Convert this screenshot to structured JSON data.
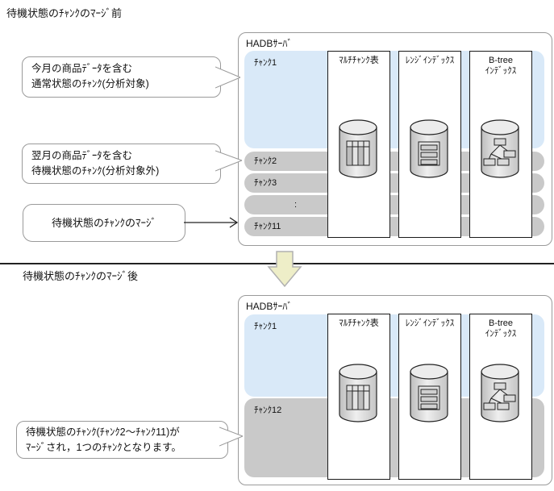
{
  "titles": {
    "before": "待機状態のﾁｬﾝｸのﾏｰｼﾞ前",
    "after": "待機状態のﾁｬﾝｸのﾏｰｼﾞ後"
  },
  "server": {
    "label": "HADBｻｰﾊﾞ"
  },
  "columns": {
    "multi_chunk_table": "ﾏﾙﾁﾁｬﾝｸ表",
    "range_index": "ﾚﾝｼﾞｲﾝﾃﾞｯｸｽ",
    "btree_line1": "B-tree",
    "btree_line2": "ｲﾝﾃﾞｯｸｽ"
  },
  "before": {
    "chunk1": "ﾁｬﾝｸ1",
    "standby_chunks": [
      "ﾁｬﾝｸ2",
      "ﾁｬﾝｸ3",
      ":",
      "ﾁｬﾝｸ11"
    ],
    "callout_normal": {
      "line1": "今月の商品ﾃﾞｰﾀを含む",
      "line2": "通常状態のﾁｬﾝｸ(分析対象)"
    },
    "callout_standby": {
      "line1": "翌月の商品ﾃﾞｰﾀを含む",
      "line2": "待機状態のﾁｬﾝｸ(分析対象外)"
    },
    "merge_action": "待機状態のﾁｬﾝｸのﾏｰｼﾞ"
  },
  "after": {
    "chunk1": "ﾁｬﾝｸ1",
    "chunk12": "ﾁｬﾝｸ12",
    "callout_merged": {
      "line1": "待機状態のﾁｬﾝｸ(ﾁｬﾝｸ2～ﾁｬﾝｸ11)が",
      "line2": "ﾏｰｼﾞされ，1つのﾁｬﾝｸとなります。"
    }
  },
  "colors": {
    "normal_chunk_fill": "#D9E9F8",
    "standby_chunk_fill": "#C9C9C9",
    "merge_arrow_fill": "#EEEEC8",
    "column_border": "#1a1a1a",
    "box_border": "#9a9a9a"
  }
}
